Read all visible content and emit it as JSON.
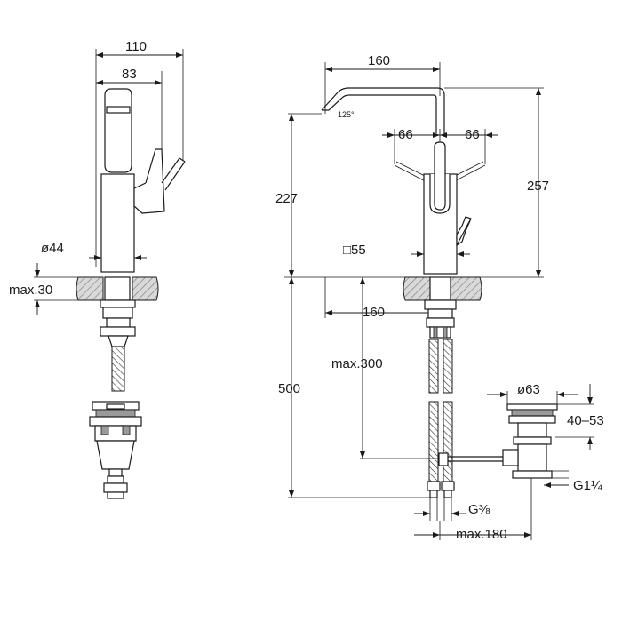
{
  "dimensions": {
    "side_width": "110",
    "side_depth": "83",
    "base_diameter": "ø44",
    "max_deck": "max.30",
    "spout_reach": "160",
    "handle_left": "66",
    "handle_right": "66",
    "spout_angle": "125°",
    "height_227": "227",
    "height_257": "257",
    "square_body": "□55",
    "deck_reach": "160",
    "total_length": "500",
    "max_300": "max.300",
    "waste_diameter": "ø63",
    "waste_range": "40–53",
    "waste_thread": "G1¼",
    "inlet_thread": "G⅜",
    "max_180": "max.180"
  }
}
